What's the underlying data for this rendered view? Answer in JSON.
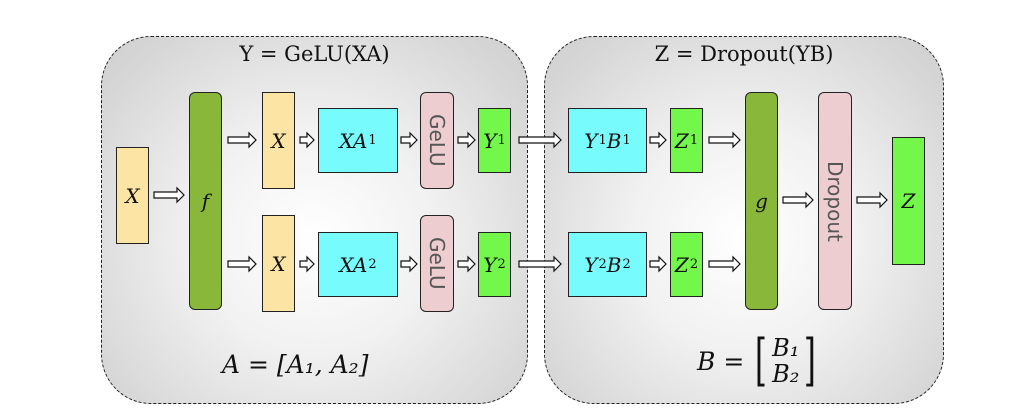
{
  "left_panel": {
    "title": "Y = GeLU(XA)",
    "formula": "A = [A₁, A₂]",
    "input": {
      "label": "X"
    },
    "split_op": {
      "label": "f"
    },
    "rows": [
      {
        "input": "X",
        "product": "XA",
        "product_sub": "1",
        "activation": "GeLU",
        "output": "Y",
        "output_sub": "1"
      },
      {
        "input": "X",
        "product": "XA",
        "product_sub": "2",
        "activation": "GeLU",
        "output": "Y",
        "output_sub": "2"
      }
    ]
  },
  "right_panel": {
    "title": "Z = Dropout(YB)",
    "formula_lhs": "B =",
    "formula_matrix": [
      "B₁",
      "B₂"
    ],
    "rows": [
      {
        "product": "Y",
        "product_sub": "1",
        "product2": "B",
        "product2_sub": "1",
        "output": "Z",
        "output_sub": "1"
      },
      {
        "product": "Y",
        "product_sub": "2",
        "product2": "B",
        "product2_sub": "2",
        "output": "Z",
        "output_sub": "2"
      }
    ],
    "merge_op": {
      "label": "g"
    },
    "dropout": {
      "label": "Dropout"
    },
    "final_output": {
      "label": "Z"
    }
  },
  "colors": {
    "input_yellow": "#fbe4a4",
    "op_olive": "#88b73a",
    "matmul_cyan": "#77fbfd",
    "activation_pink": "#eecdd0",
    "output_lime": "#72f74a"
  }
}
